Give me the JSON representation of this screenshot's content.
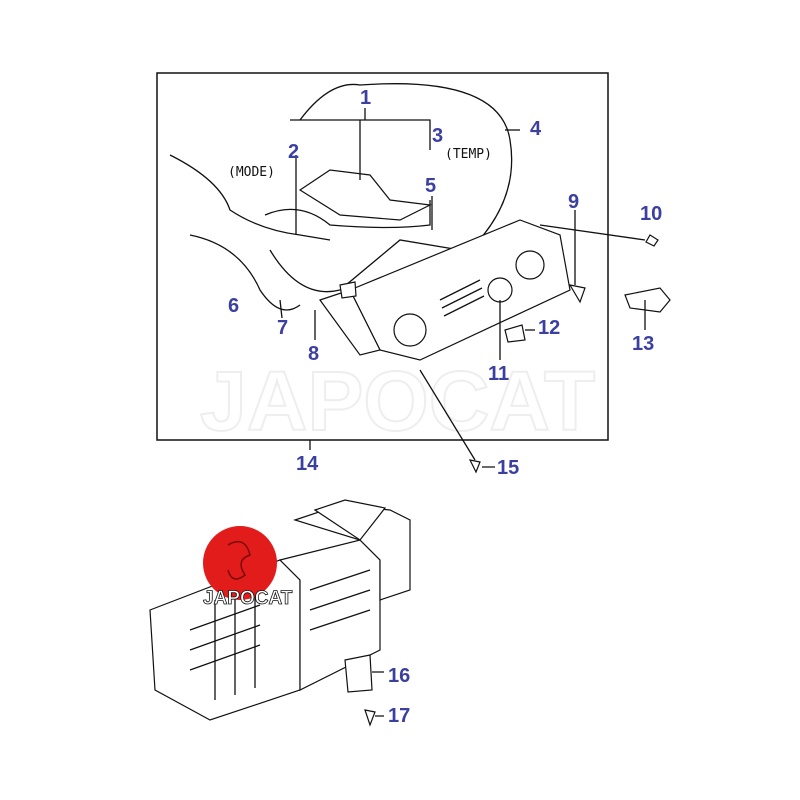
{
  "diagram": {
    "watermark": "JAPOCAT",
    "logo_text": "JAPOCAT",
    "captions": {
      "mode": "(MODE)",
      "temp": "(TEMP)"
    },
    "part_numbers": [
      "1",
      "2",
      "3",
      "4",
      "5",
      "6",
      "7",
      "8",
      "9",
      "10",
      "11",
      "12",
      "13",
      "14",
      "15",
      "16",
      "17"
    ],
    "colors": {
      "label": "#3b3fa0",
      "logo": "#e21b1b"
    }
  }
}
